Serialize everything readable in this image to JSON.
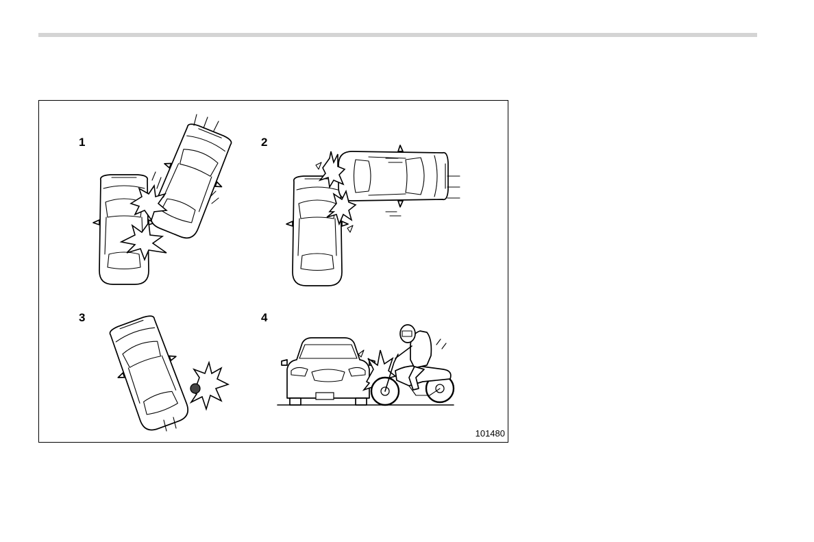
{
  "figure": {
    "panels": [
      {
        "number": "1"
      },
      {
        "number": "2"
      },
      {
        "number": "3"
      },
      {
        "number": "4"
      }
    ],
    "code": "101480"
  }
}
